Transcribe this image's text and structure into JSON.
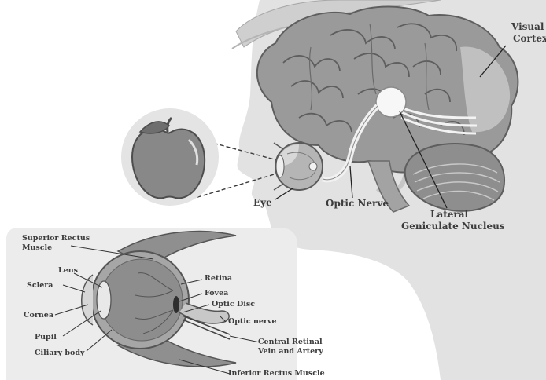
{
  "labels": {
    "visual_cortex_line1": "Visual",
    "visual_cortex_line2": "Cortex",
    "eye": "Eye",
    "optic_nerve": "Optic Nerve",
    "lgn_line1": "Lateral",
    "lgn_line2": "Geniculate Nucleus"
  },
  "inset_labels": {
    "superior_rectus_line1": "Superior Rectus",
    "superior_rectus_line2": "Muscle",
    "lens": "Lens",
    "sclera": "Sclera",
    "retina": "Retina",
    "fovea": "Fovea",
    "optic_disc": "Optic Disc",
    "optic_nerve": "Optic nerve",
    "cornea": "Cornea",
    "pupil": "Pupil",
    "crv_line1": "Central Retinal",
    "crv_line2": "Vein and Artery",
    "ciliary_body": "Ciliary body",
    "inferior_rectus": "Inferior Rectus Muscle"
  }
}
